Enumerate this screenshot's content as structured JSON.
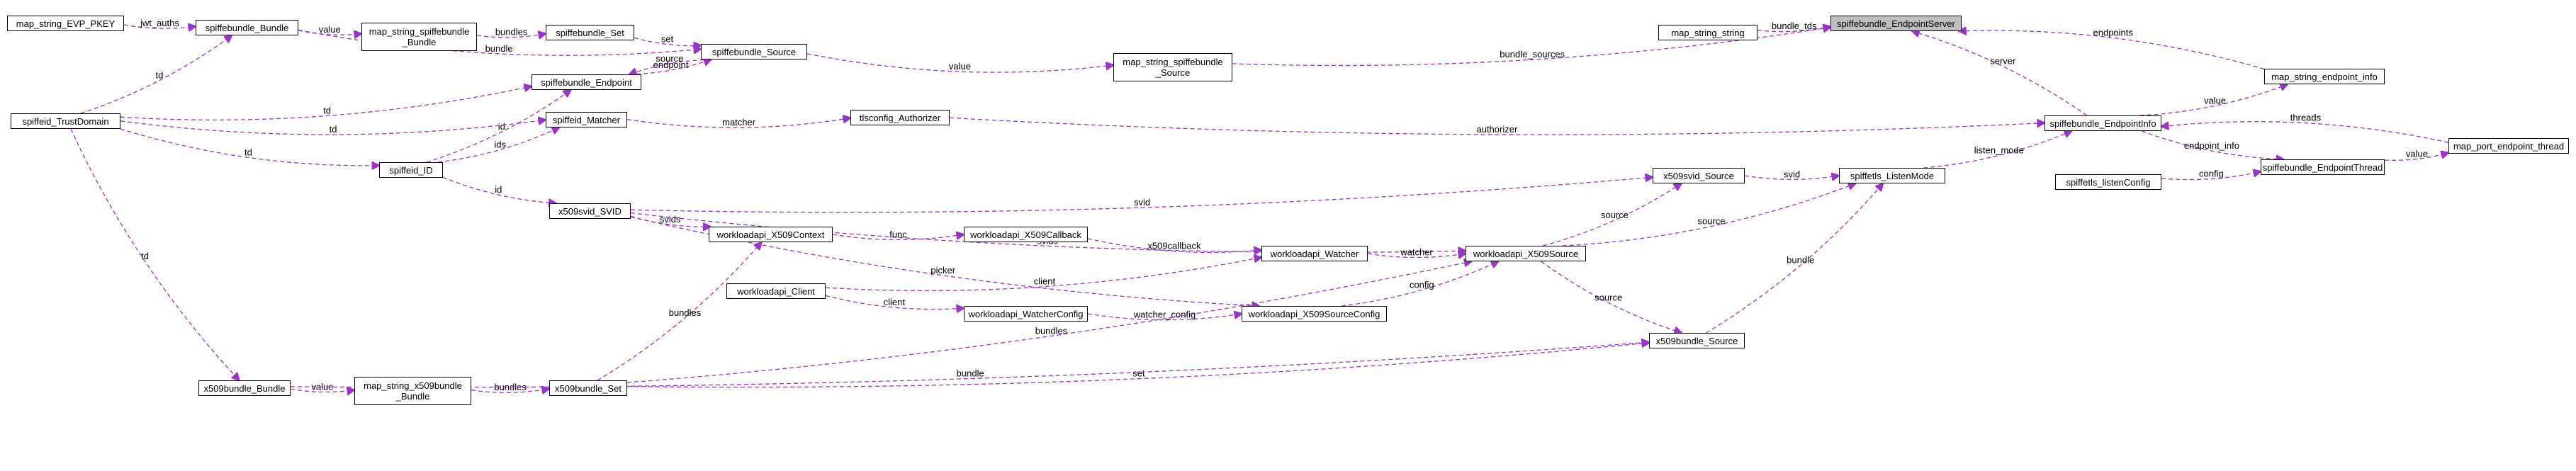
{
  "nodes": [
    {
      "id": "EndpointServer",
      "label": "spiffebundle_EndpointServer",
      "root": true
    },
    {
      "id": "map_string_string",
      "label": "map_string_string"
    },
    {
      "id": "map_sb_source",
      "label": "map_string_spiffebundle\n_Source"
    },
    {
      "id": "map_endpoint_info",
      "label": "map_string_endpoint_info"
    },
    {
      "id": "EndpointInfo",
      "label": "spiffebundle_EndpointInfo"
    },
    {
      "id": "map_port_thread",
      "label": "map_port_endpoint_thread"
    },
    {
      "id": "EndpointThread",
      "label": "spiffebundle_EndpointThread"
    },
    {
      "id": "listenConfig",
      "label": "spiffetls_listenConfig"
    },
    {
      "id": "ListenMode",
      "label": "spiffetls_ListenMode"
    },
    {
      "id": "tlsAuthorizer",
      "label": "tlsconfig_Authorizer"
    },
    {
      "id": "sb_Source",
      "label": "spiffebundle_Source"
    },
    {
      "id": "sb_Set",
      "label": "spiffebundle_Set"
    },
    {
      "id": "map_sb_bundle",
      "label": "map_string_spiffebundle\n_Bundle"
    },
    {
      "id": "sb_Bundle",
      "label": "spiffebundle_Bundle"
    },
    {
      "id": "map_pkey",
      "label": "map_string_EVP_PKEY"
    },
    {
      "id": "TrustDomain",
      "label": "spiffeid_TrustDomain"
    },
    {
      "id": "sb_Endpoint",
      "label": "spiffebundle_Endpoint"
    },
    {
      "id": "Matcher",
      "label": "spiffeid_Matcher"
    },
    {
      "id": "spiffeid_ID",
      "label": "spiffeid_ID"
    },
    {
      "id": "SVID",
      "label": "x509svid_SVID"
    },
    {
      "id": "X509Context",
      "label": "workloadapi_X509Context"
    },
    {
      "id": "X509Callback",
      "label": "workloadapi_X509Callback"
    },
    {
      "id": "wl_Client",
      "label": "workloadapi_Client"
    },
    {
      "id": "Watcher",
      "label": "workloadapi_Watcher"
    },
    {
      "id": "WatcherConfig",
      "label": "workloadapi_WatcherConfig"
    },
    {
      "id": "X509SourceConfig",
      "label": "workloadapi_X509SourceConfig"
    },
    {
      "id": "X509Source",
      "label": "workloadapi_X509Source"
    },
    {
      "id": "svid_Source",
      "label": "x509svid_Source"
    },
    {
      "id": "xb_Source",
      "label": "x509bundle_Source"
    },
    {
      "id": "xb_Set",
      "label": "x509bundle_Set"
    },
    {
      "id": "map_xb_bundle",
      "label": "map_string_x509bundle\n_Bundle"
    },
    {
      "id": "xb_Bundle",
      "label": "x509bundle_Bundle"
    }
  ],
  "edges": [
    {
      "from": "map_string_string",
      "to": "EndpointServer",
      "label": "bundle_tds"
    },
    {
      "from": "map_sb_source",
      "to": "EndpointServer",
      "label": "bundle_sources"
    },
    {
      "from": "map_endpoint_info",
      "to": "EndpointServer",
      "label": "endpoints"
    },
    {
      "from": "EndpointInfo",
      "to": "EndpointServer",
      "label": "server"
    },
    {
      "from": "EndpointInfo",
      "to": "map_endpoint_info",
      "label": "value"
    },
    {
      "from": "map_port_thread",
      "to": "EndpointInfo",
      "label": "threads"
    },
    {
      "from": "EndpointThread",
      "to": "map_port_thread",
      "label": "value"
    },
    {
      "from": "EndpointInfo",
      "to": "EndpointThread",
      "label": "endpoint_info"
    },
    {
      "from": "listenConfig",
      "to": "EndpointThread",
      "label": "config"
    },
    {
      "from": "ListenMode",
      "to": "EndpointInfo",
      "label": "listen_mode"
    },
    {
      "from": "tlsAuthorizer",
      "to": "EndpointInfo",
      "label": "authorizer"
    },
    {
      "from": "sb_Source",
      "to": "map_sb_source",
      "label": "value"
    },
    {
      "from": "sb_Set",
      "to": "sb_Source",
      "label": "set"
    },
    {
      "from": "sb_Bundle",
      "to": "sb_Source",
      "label": "bundle"
    },
    {
      "from": "sb_Endpoint",
      "to": "sb_Source",
      "label": "endpoint"
    },
    {
      "from": "sb_Source",
      "to": "sb_Endpoint",
      "label": "source"
    },
    {
      "from": "map_sb_bundle",
      "to": "sb_Set",
      "label": "bundles"
    },
    {
      "from": "sb_Bundle",
      "to": "map_sb_bundle",
      "label": "value"
    },
    {
      "from": "map_pkey",
      "to": "sb_Bundle",
      "label": "jwt_auths"
    },
    {
      "from": "TrustDomain",
      "to": "sb_Bundle",
      "label": "td"
    },
    {
      "from": "TrustDomain",
      "to": "sb_Endpoint",
      "label": "td"
    },
    {
      "from": "spiffeid_ID",
      "to": "sb_Endpoint",
      "label": "id"
    },
    {
      "from": "TrustDomain",
      "to": "Matcher",
      "label": "td"
    },
    {
      "from": "Matcher",
      "to": "tlsAuthorizer",
      "label": "matcher"
    },
    {
      "from": "spiffeid_ID",
      "to": "Matcher",
      "label": "ids"
    },
    {
      "from": "TrustDomain",
      "to": "spiffeid_ID",
      "label": "td"
    },
    {
      "from": "spiffeid_ID",
      "to": "SVID",
      "label": "id"
    },
    {
      "from": "SVID",
      "to": "X509Context",
      "label": "svids"
    },
    {
      "from": "SVID",
      "to": "svid_Source",
      "label": "svid"
    },
    {
      "from": "SVID",
      "to": "X509Source",
      "label": "svids"
    },
    {
      "from": "svid_Source",
      "to": "ListenMode",
      "label": "svid"
    },
    {
      "from": "X509Context",
      "to": "X509Callback",
      "label": "func"
    },
    {
      "from": "X509Callback",
      "to": "Watcher",
      "label": "x509callback"
    },
    {
      "from": "wl_Client",
      "to": "Watcher",
      "label": "client"
    },
    {
      "from": "wl_Client",
      "to": "WatcherConfig",
      "label": "client"
    },
    {
      "from": "WatcherConfig",
      "to": "X509SourceConfig",
      "label": "watcher_config"
    },
    {
      "from": "Watcher",
      "to": "X509Source",
      "label": "watcher"
    },
    {
      "from": "X509SourceConfig",
      "to": "X509Source",
      "label": "config"
    },
    {
      "from": "X509Source",
      "to": "svid_Source",
      "label": "source"
    },
    {
      "from": "X509Source",
      "to": "ListenMode",
      "label": "source"
    },
    {
      "from": "X509Source",
      "to": "xb_Source",
      "label": "source"
    },
    {
      "from": "xb_Source",
      "to": "ListenMode",
      "label": "bundle"
    },
    {
      "from": "xb_Set",
      "to": "X509Context",
      "label": "bundles"
    },
    {
      "from": "xb_Set",
      "to": "X509Source",
      "label": "bundles"
    },
    {
      "from": "xb_Set",
      "to": "xb_Source",
      "label": "set"
    },
    {
      "from": "map_xb_bundle",
      "to": "xb_Set",
      "label": "bundles"
    },
    {
      "from": "xb_Bundle",
      "to": "map_xb_bundle",
      "label": "value"
    },
    {
      "from": "xb_Bundle",
      "to": "xb_Source",
      "label": "bundle"
    },
    {
      "from": "TrustDomain",
      "to": "xb_Bundle",
      "label": "td"
    },
    {
      "from": "SVID",
      "to": "X509SourceConfig",
      "label": "picker"
    }
  ]
}
